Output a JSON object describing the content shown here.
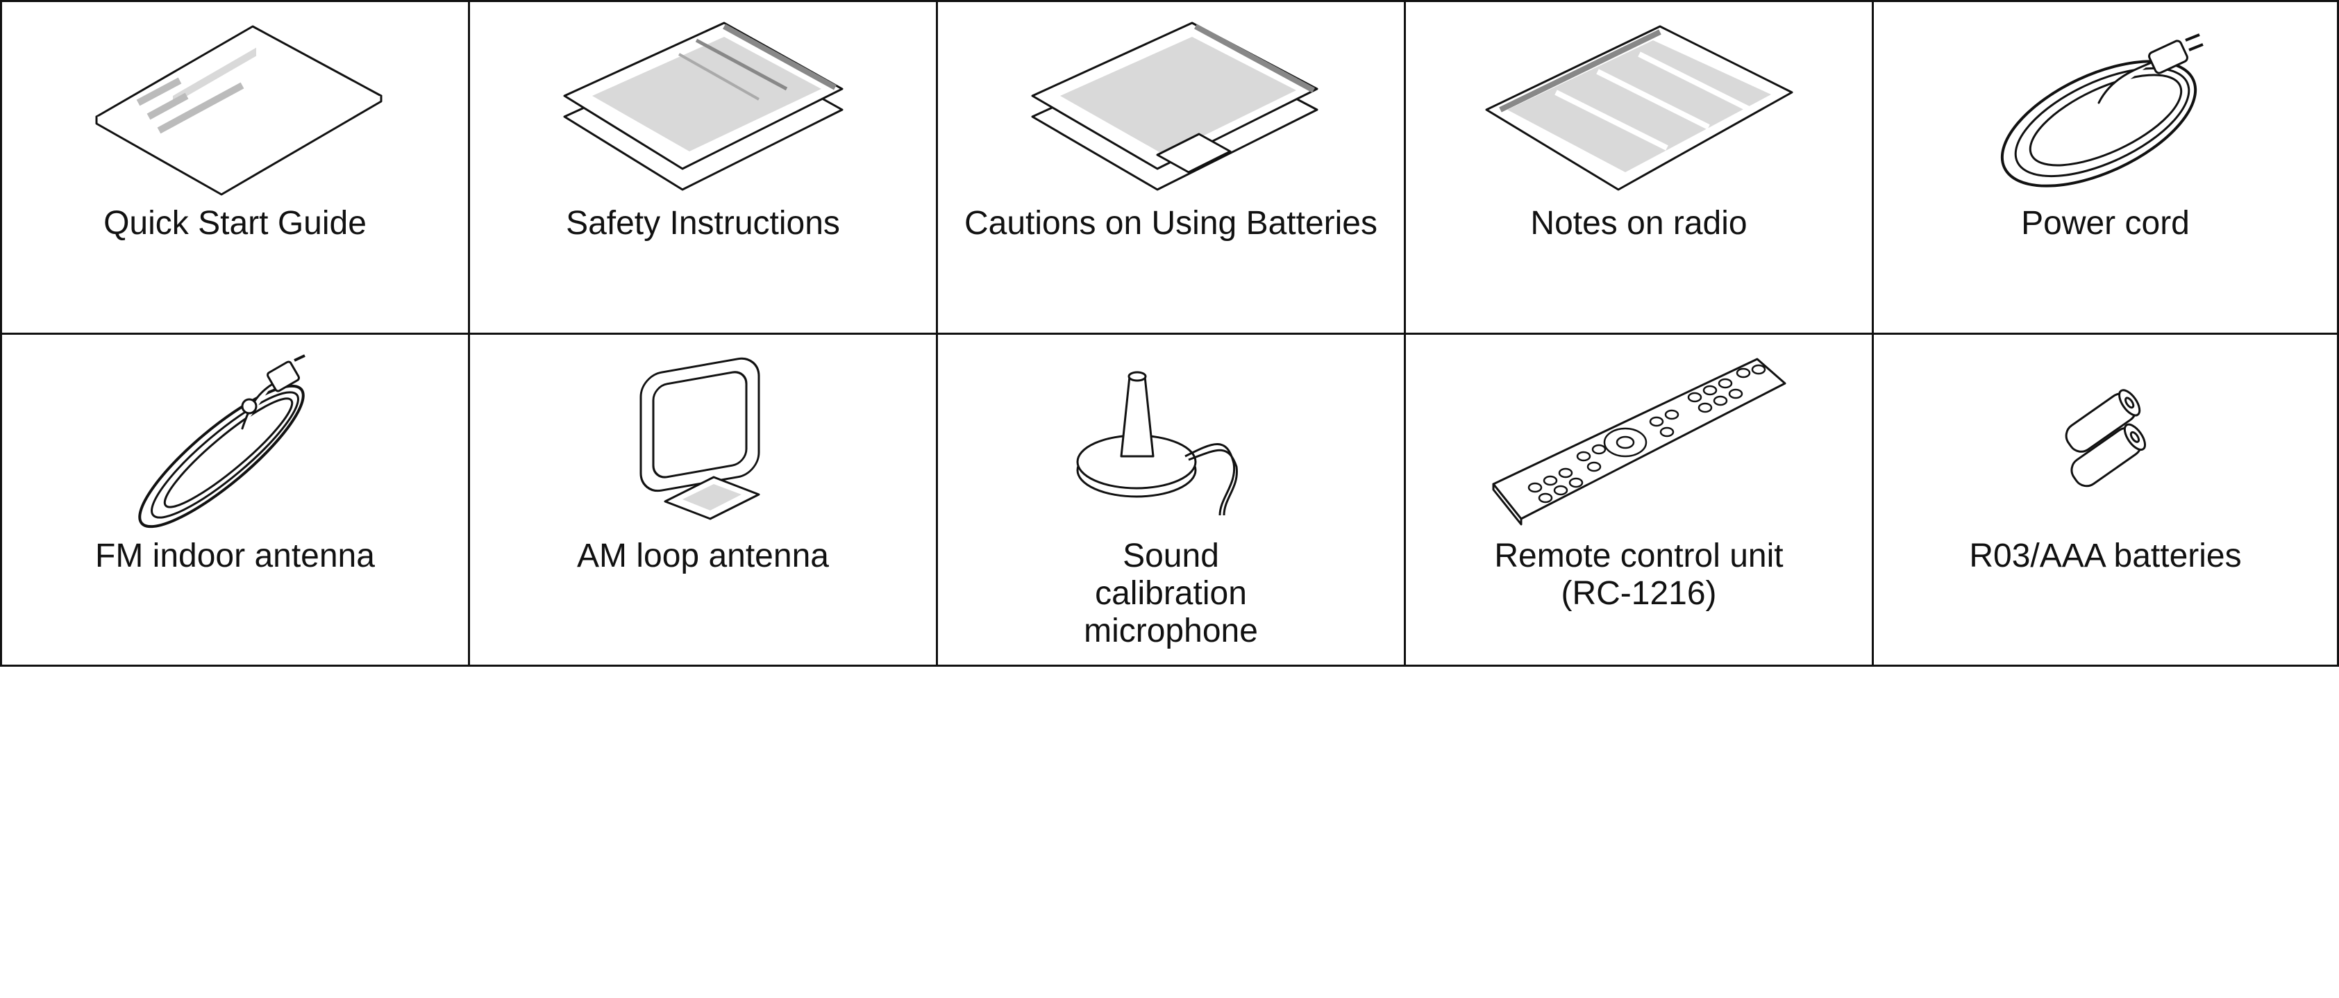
{
  "items": [
    {
      "label": "Quick Start Guide",
      "icon": "booklet-icon"
    },
    {
      "label": "Safety Instructions",
      "icon": "folded-sheet-icon"
    },
    {
      "label": "Cautions on Using Batteries",
      "icon": "folded-sheet-icon"
    },
    {
      "label": "Notes on radio",
      "icon": "sheet-icon"
    },
    {
      "label": "Power cord",
      "icon": "power-cord-icon"
    },
    {
      "label": "FM indoor antenna",
      "icon": "fm-antenna-icon"
    },
    {
      "label": "AM loop antenna",
      "icon": "am-loop-antenna-icon"
    },
    {
      "label": "Sound calibration microphone",
      "icon": "microphone-icon"
    },
    {
      "label": "Remote control unit (RC-1216)",
      "icon": "remote-control-icon"
    },
    {
      "label": "R03/AAA batteries",
      "icon": "batteries-icon"
    }
  ]
}
